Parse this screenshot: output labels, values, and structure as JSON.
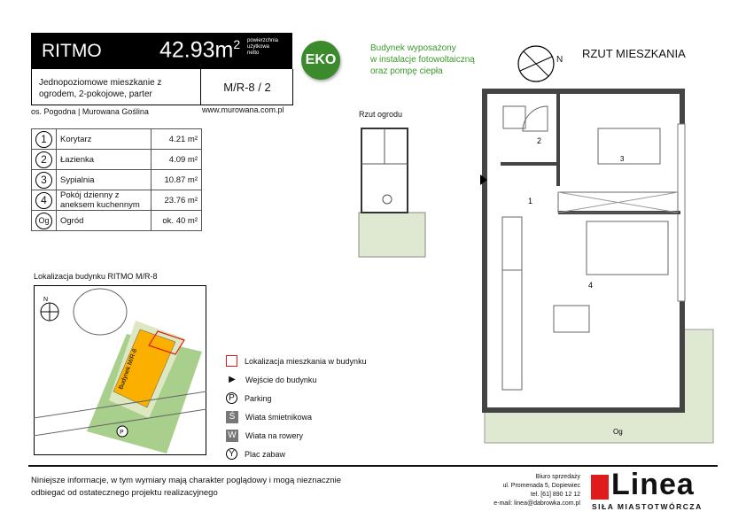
{
  "header": {
    "name": "RITMO",
    "area": "42.93m",
    "area_sup": "2",
    "area_caption": [
      "powierzchnia",
      "użytkowa",
      "netto"
    ]
  },
  "description": {
    "text": "Jednopoziomowe mieszkanie z ogrodem, 2-pokojowe, parter",
    "code": "M/R-8 / 2"
  },
  "location_line": "os. Pogodna | Murowana Goślina",
  "website": "www.murowana.com.pl",
  "rooms": [
    {
      "num": "1",
      "name": "Korytarz",
      "area": "4.21 m²"
    },
    {
      "num": "2",
      "name": "Łazienka",
      "area": "4.09 m²"
    },
    {
      "num": "3",
      "name": "Sypialnia",
      "area": "10.87 m²"
    },
    {
      "num": "4",
      "name": "Pokój dzienny z aneksem kuchennym",
      "area": "23.76 m²"
    },
    {
      "num": "Og",
      "name": "Ogród",
      "area": "ok. 40 m²"
    }
  ],
  "eko": {
    "badge": "EKO",
    "lines": [
      "Budynek wyposażony",
      "w instalacje fotowoltaiczną",
      "oraz pompę ciepła"
    ],
    "color": "#3b8a2c"
  },
  "plan": {
    "title": "RZUT MIESZKANIA",
    "north": "N",
    "garden_title": "Rzut ogrodu",
    "labels": [
      "1",
      "2",
      "3",
      "4",
      "Og"
    ]
  },
  "map": {
    "title": "Lokalizacja budynku RITMO  M/R-8",
    "building_label": "Budynek M/R-8",
    "north": "N",
    "parking": "P"
  },
  "legend": [
    {
      "icon": "red-square-icon",
      "label": "Lokalizacja mieszkania w budynku"
    },
    {
      "icon": "entrance-triangle-icon",
      "label": "Wejście do budynku"
    },
    {
      "icon": "parking-icon",
      "glyph": "P",
      "label": "Parking"
    },
    {
      "icon": "trash-shelter-icon",
      "glyph": "Ś",
      "label": "Wiata śmietnikowa"
    },
    {
      "icon": "bike-shelter-icon",
      "glyph": "W",
      "label": "Wiata na rowery"
    },
    {
      "icon": "playground-icon",
      "label": "Plac zabaw"
    }
  ],
  "footer": {
    "disclaimer": [
      "Niniejsze informacje, w tym wymiary mają charakter poglądowy i mogą nieznacznie",
      "odbiegać od ostatecznego projektu realizacyjnego"
    ],
    "office": [
      "Biuro sprzedaży",
      "ul. Promenada 5, Dopiewiec",
      "tel. [61] 890 12 12",
      "e-mail: linea@dabrowka.com.pl"
    ],
    "logo": "Linea",
    "tagline": "SIŁA MIASTOTWÓRCZA",
    "logo_red": "#e01b1b"
  }
}
